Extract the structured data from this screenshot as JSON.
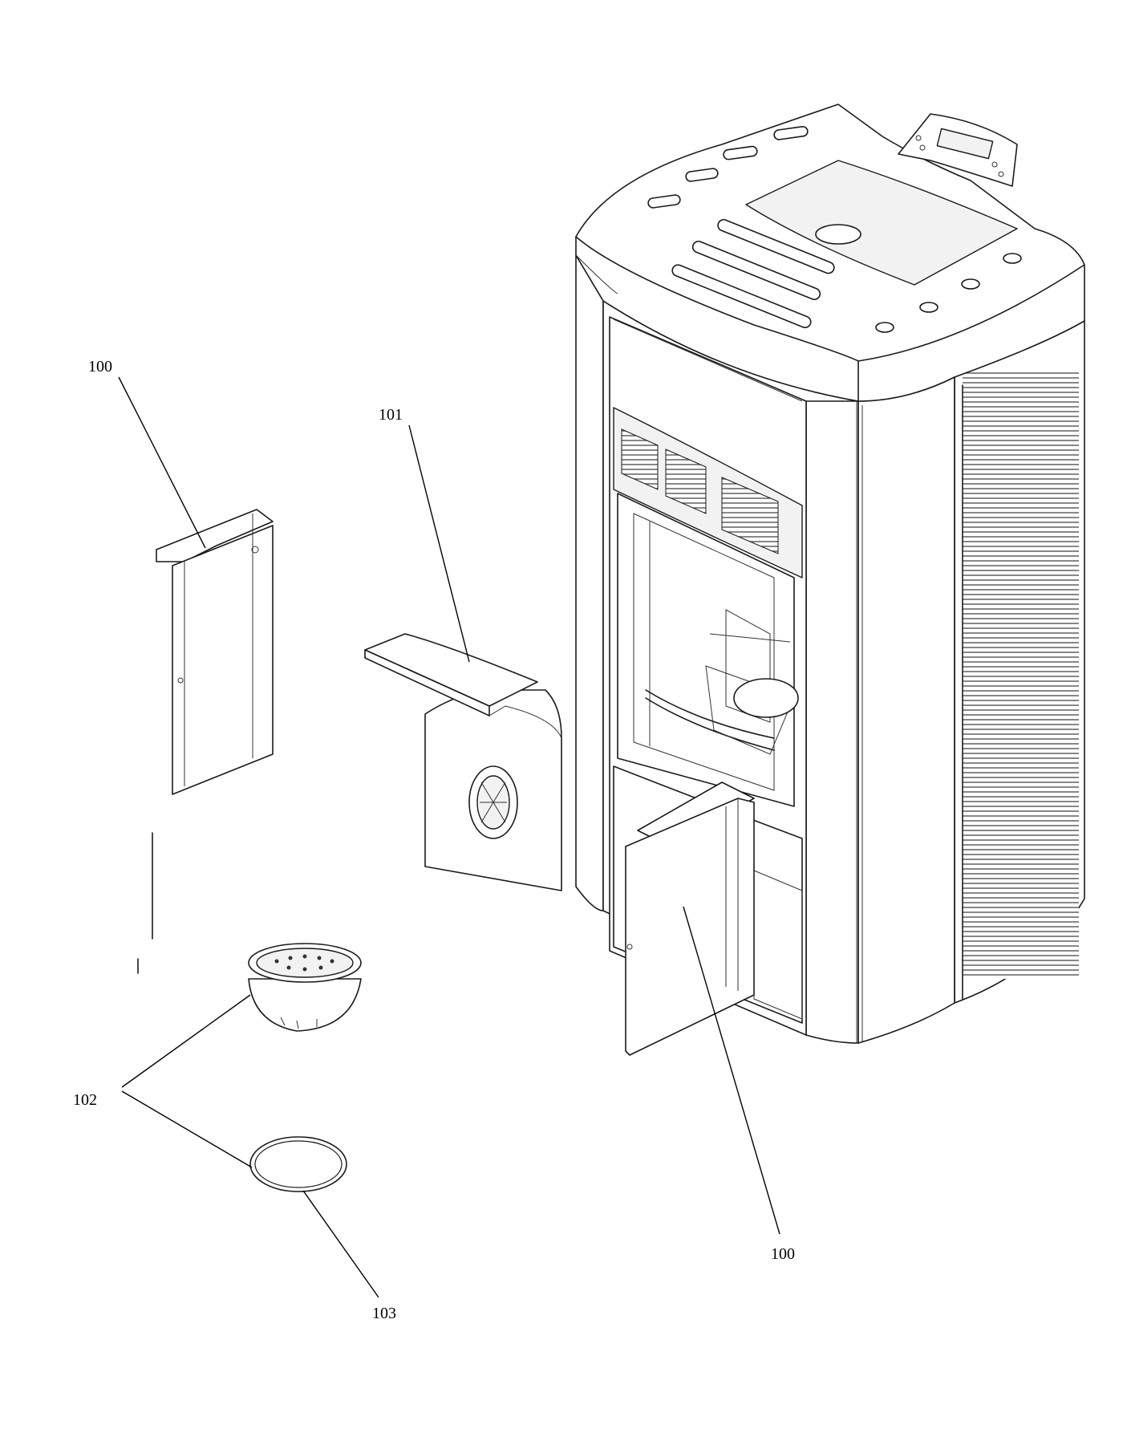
{
  "callouts": {
    "c100_left": "100",
    "c101": "101",
    "c102": "102",
    "c103": "103",
    "c100_right": "100"
  },
  "colors": {
    "line": "#1a1a1a",
    "background": "#ffffff",
    "grille": "#555555"
  }
}
